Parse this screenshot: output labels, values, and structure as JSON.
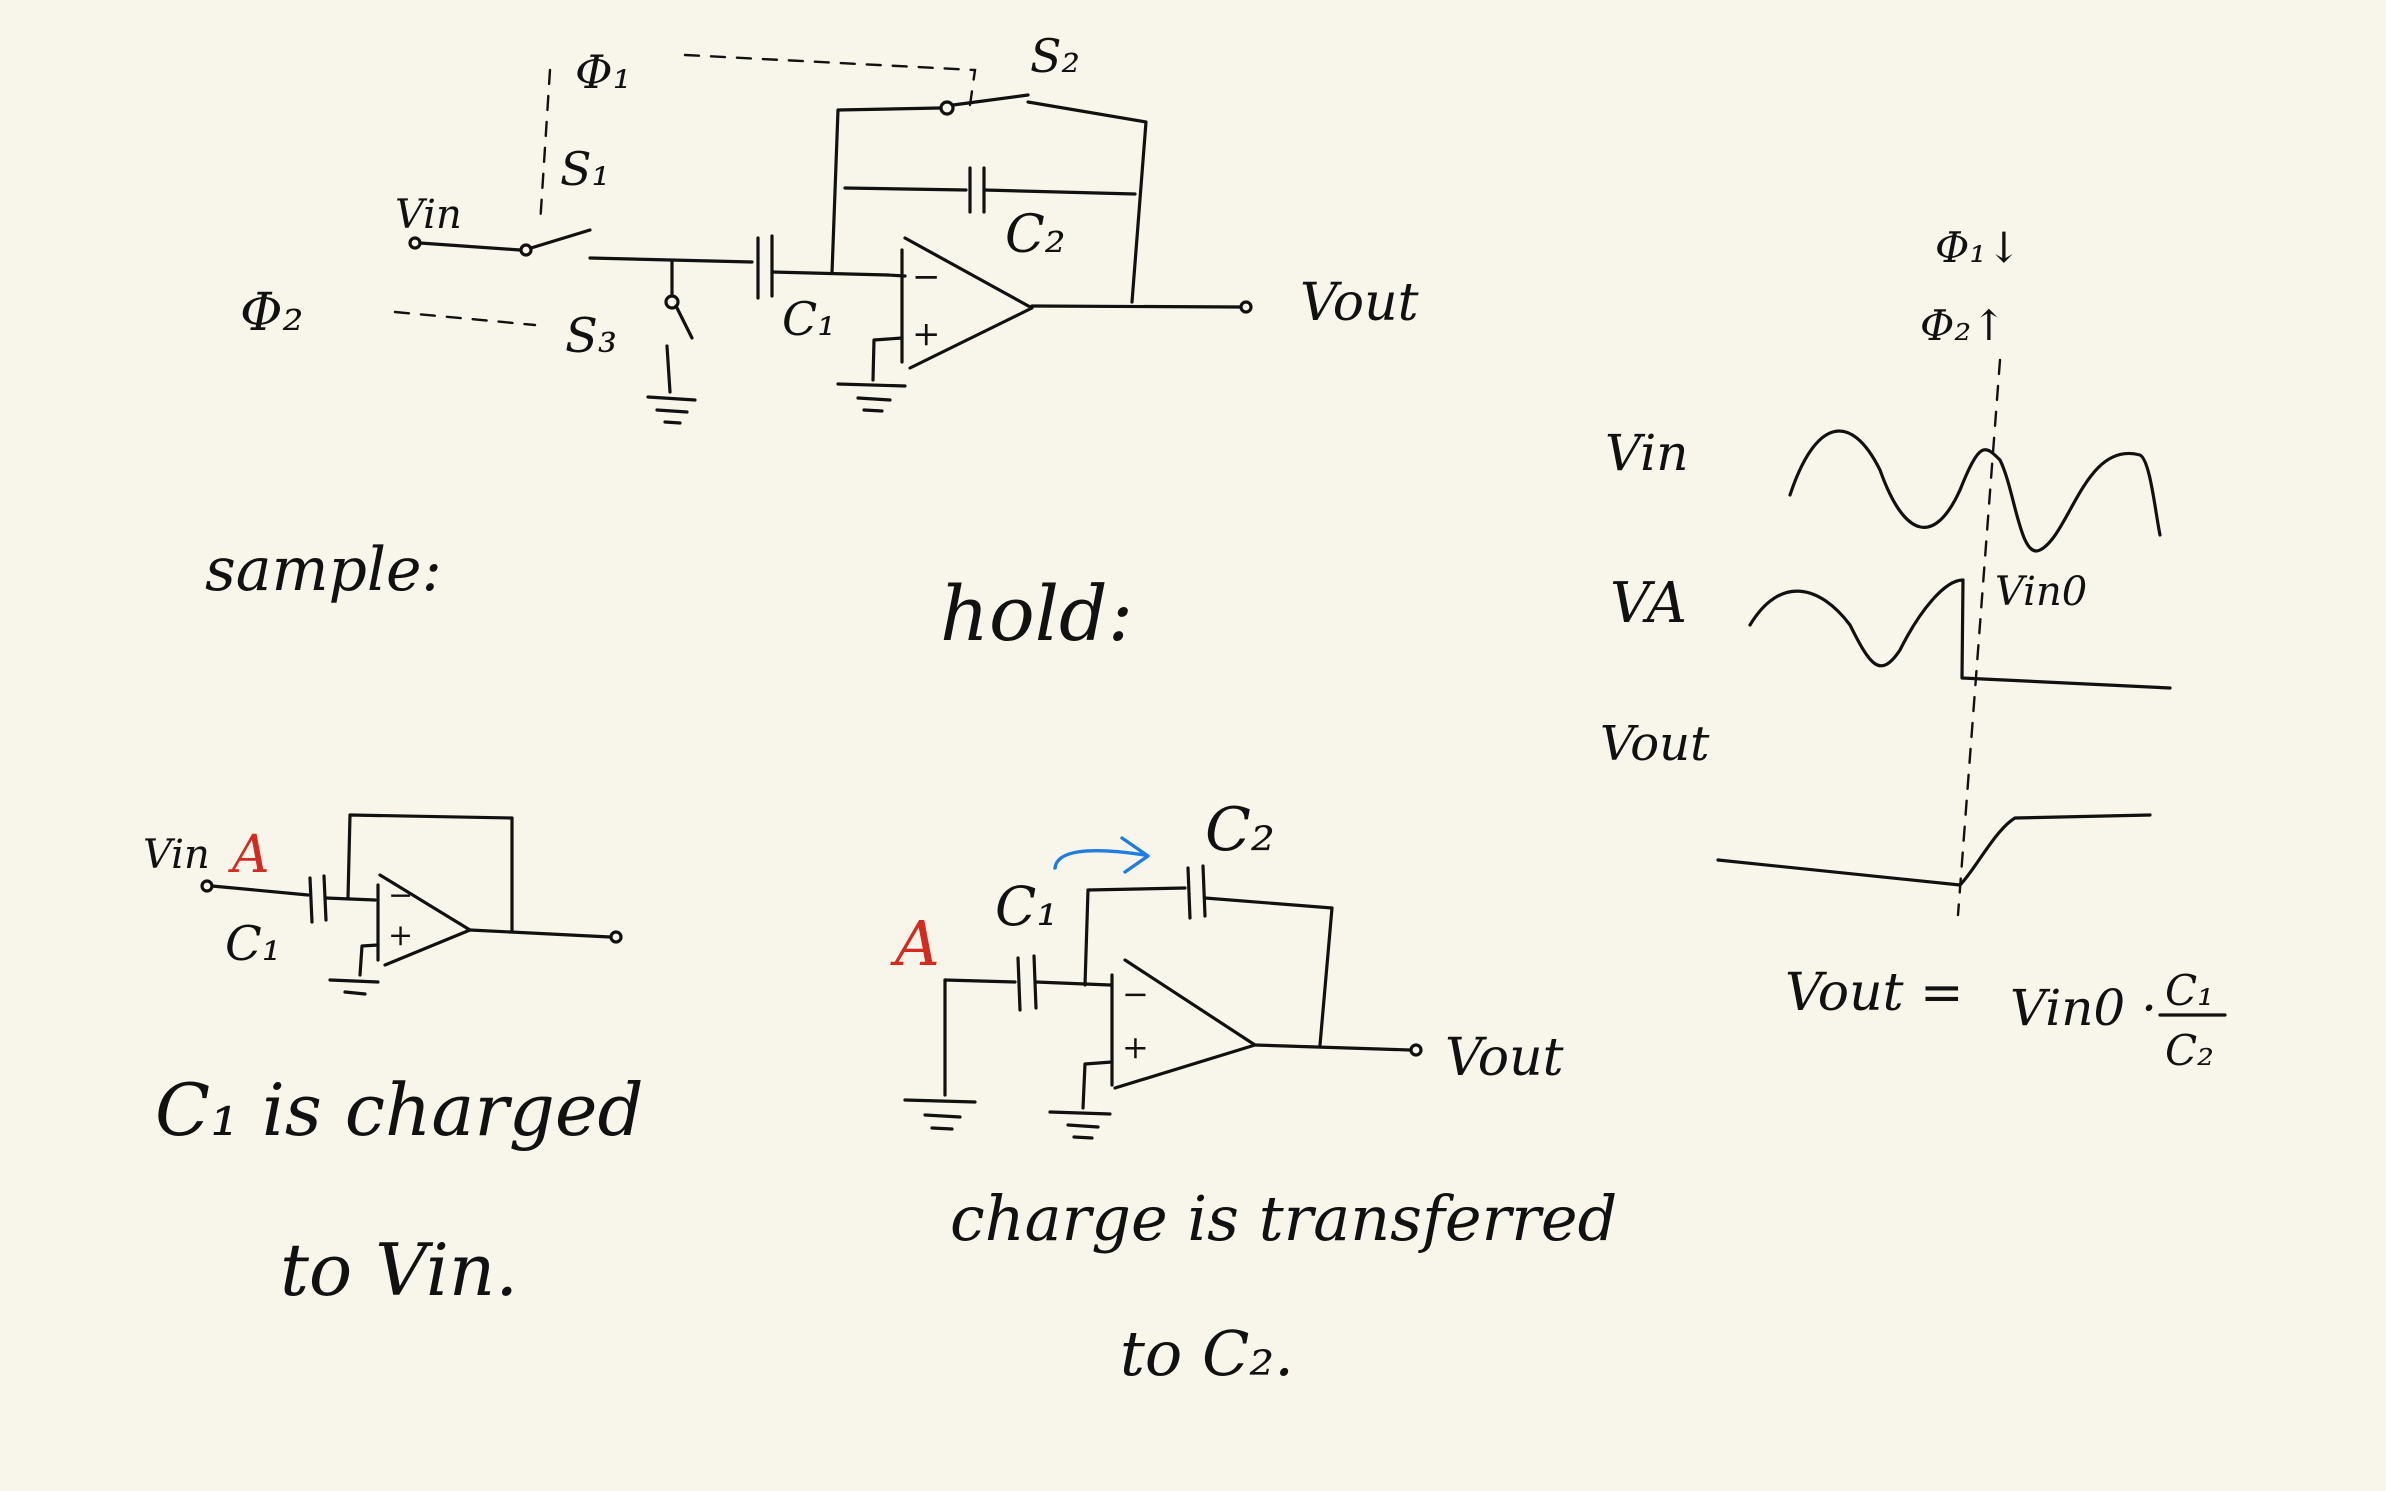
{
  "colors": {
    "background": "#f8f6ea",
    "ink": "#111111",
    "node_label": "#d42a1f",
    "transfer_arrow": "#1f7de0"
  },
  "top_circuit": {
    "phi1": "Φ₁",
    "phi2": "Φ₂",
    "s1": "S₁",
    "s2": "S₂",
    "s3": "S₃",
    "vin": "Vin",
    "c1": "C₁",
    "c2": "C₂",
    "vout": "Vout",
    "minus": "−",
    "plus": "+"
  },
  "sample": {
    "title": "sample:",
    "vin": "Vin",
    "node": "A",
    "c1": "C₁",
    "minus": "−",
    "plus": "+",
    "caption_line1": "C₁ is charged",
    "caption_line2": "to Vin."
  },
  "hold": {
    "title": "hold:",
    "node": "A",
    "c1": "C₁",
    "c2": "C₂",
    "vout": "Vout",
    "minus": "−",
    "plus": "+",
    "caption_line1": "charge is transferred",
    "caption_line2": "to C₂."
  },
  "timing": {
    "phi1_label": "Φ₁↓",
    "phi2_label": "Φ₂↑",
    "vin_label": "Vin",
    "va_label": "VA",
    "vout_label": "Vout",
    "vin0_label": "Vin0",
    "equation_lhs": "Vout =",
    "equation_vin0": "Vin0 ·",
    "equation_num": "C₁",
    "equation_den": "C₂"
  }
}
